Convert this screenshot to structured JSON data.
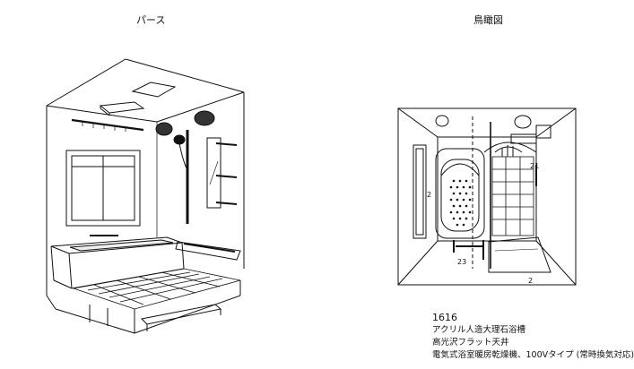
{
  "perspective": {
    "title": "パース"
  },
  "plan": {
    "title": "鳥瞰図",
    "dimension_labels": [
      "2",
      "21",
      "23",
      "2"
    ]
  },
  "spec": {
    "model": "1616",
    "lines": [
      "アクリル人造大理石浴槽",
      "高光沢フラット天井",
      "電気式浴室暖房乾燥機、100Vタイプ (常時換気対応)"
    ]
  }
}
